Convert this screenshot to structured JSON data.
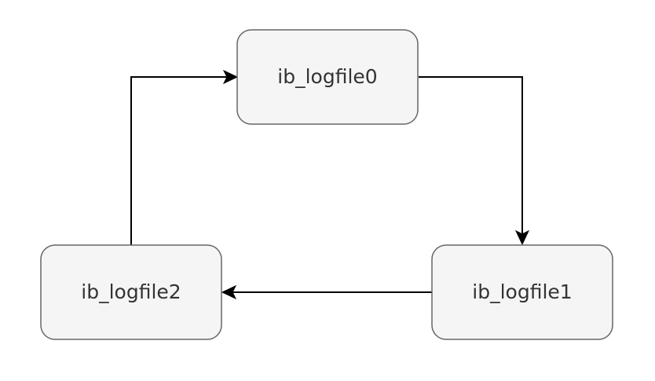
{
  "diagram": {
    "nodes": [
      {
        "id": "logfile0",
        "label": "ib_logfile0"
      },
      {
        "id": "logfile1",
        "label": "ib_logfile1"
      },
      {
        "id": "logfile2",
        "label": "ib_logfile2"
      }
    ],
    "edges": [
      {
        "from": "logfile0",
        "to": "logfile1"
      },
      {
        "from": "logfile1",
        "to": "logfile2"
      },
      {
        "from": "logfile2",
        "to": "logfile0"
      }
    ],
    "colors": {
      "node_fill": "#f5f5f5",
      "node_stroke": "#666666",
      "text": "#333333",
      "edge": "#000000"
    }
  }
}
